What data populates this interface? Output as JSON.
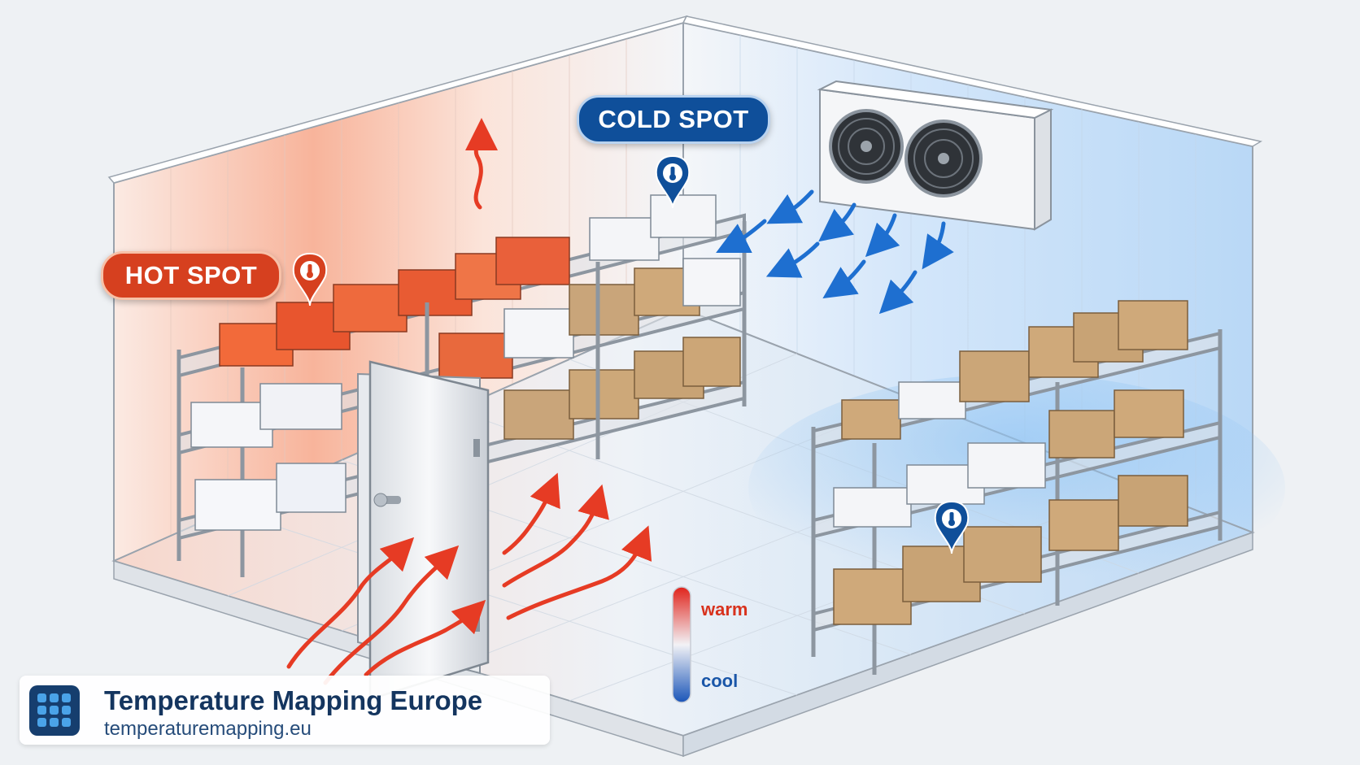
{
  "callouts": {
    "hot": "HOT SPOT",
    "cold": "COLD SPOT"
  },
  "legend": {
    "warm": "warm",
    "cool": "cool"
  },
  "brand": {
    "title": "Temperature Mapping Europe",
    "url": "temperaturemapping.eu"
  },
  "colors": {
    "hot": "#d6401f",
    "cold": "#0f4f9a",
    "warm_air": "#e63b24",
    "cool_air": "#1e6fd0",
    "brand_dark": "#163e6e",
    "brand_accent": "#4aa3e8"
  },
  "icons": [
    "thermometer-pin-icon",
    "fan-icon",
    "grid-logo-icon"
  ]
}
